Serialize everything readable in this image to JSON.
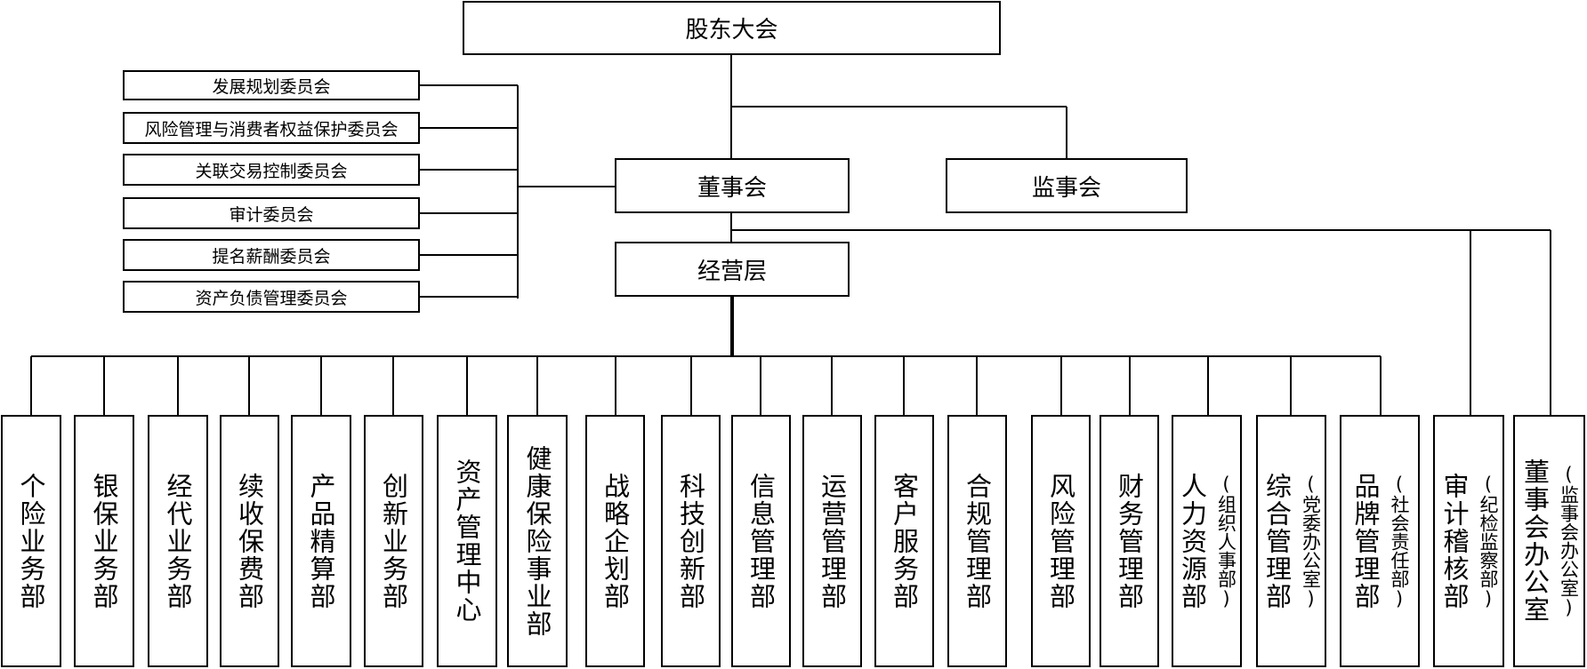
{
  "top": {
    "shareholders": "股东大会",
    "board": "董事会",
    "supervisors": "监事会",
    "management": "经营层"
  },
  "committees": [
    "发展规划委员会",
    "风险管理与消费者权益保护委员会",
    "关联交易控制委员会",
    "审计委员会",
    "提名薪酬委员会",
    "资产负债管理委员会"
  ],
  "departments": [
    {
      "name": "个险业务部",
      "sub": ""
    },
    {
      "name": "银保业务部",
      "sub": ""
    },
    {
      "name": "经代业务部",
      "sub": ""
    },
    {
      "name": "续收保费部",
      "sub": ""
    },
    {
      "name": "产品精算部",
      "sub": ""
    },
    {
      "name": "创新业务部",
      "sub": ""
    },
    {
      "name": "资产管理中心",
      "sub": ""
    },
    {
      "name": "健康保险事业部",
      "sub": ""
    },
    {
      "name": "战略企划部",
      "sub": ""
    },
    {
      "name": "科技创新部",
      "sub": ""
    },
    {
      "name": "信息管理部",
      "sub": ""
    },
    {
      "name": "运营管理部",
      "sub": ""
    },
    {
      "name": "客户服务部",
      "sub": ""
    },
    {
      "name": "合规管理部",
      "sub": ""
    },
    {
      "name": "风险管理部",
      "sub": ""
    },
    {
      "name": "财务管理部",
      "sub": ""
    },
    {
      "name": "人力资源部",
      "sub": "(组织人事部)"
    },
    {
      "name": "综合管理部",
      "sub": "(党委办公室)"
    },
    {
      "name": "品牌管理部",
      "sub": "(社会责任部)"
    },
    {
      "name": "审计稽核部",
      "sub": "(纪检监察部)"
    },
    {
      "name": "董事会办公室",
      "sub": "(监事会办公室)"
    }
  ]
}
